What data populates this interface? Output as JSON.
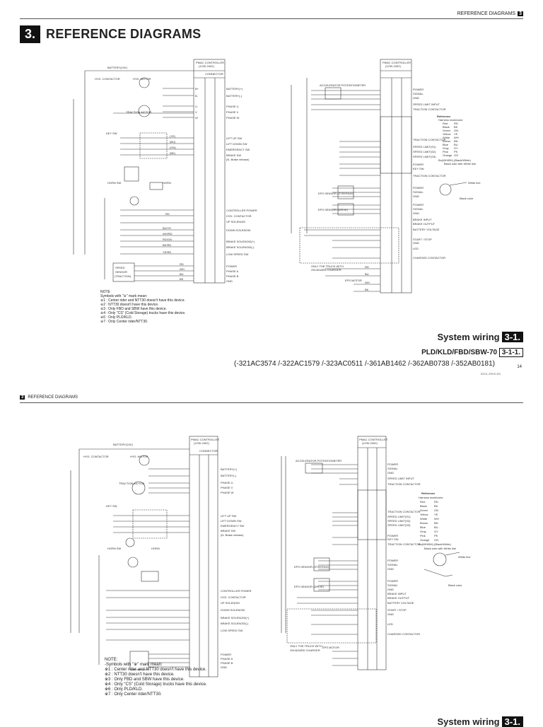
{
  "header": {
    "label": "REFERENCE DIAGRAMS",
    "num": "3"
  },
  "section": {
    "num": "3.",
    "title": "REFERENCE DIAGRAMS"
  },
  "diagram_top": {
    "controller_title": [
      "PMAC CONTROLLER",
      "(1230-2402)"
    ],
    "connector_label": "CONNECTOR",
    "battery": "BATTERY(24V)",
    "hyd_motor": "HYD. MOTOR",
    "hyd_contactor": "HYD. CONTACTOR",
    "traction_motor": "TRACTION MOTOR",
    "horn_sw": "HORN SW",
    "horn": "HORN",
    "key_sw": "KEY SW",
    "left_terms": [
      "B+",
      "B-",
      "U",
      "V",
      "W"
    ],
    "left_funcs": [
      "BATTERY(+)",
      "BATTERY(-)",
      "PHASE U",
      "PHASE V",
      "PHASE W"
    ],
    "sw_labels": [
      "LIFT UP SW",
      "LIFT DOWN SW",
      "EMERGENCY SW",
      "BRAKE SW",
      "(N. Brake release)"
    ],
    "sw_colors": [
      "(YE)",
      "(BU)",
      "(GN)",
      "(BK)"
    ],
    "right_funcs": [
      "CONTROLLER POWER",
      "HYD. CONTACTOR",
      "UP SOLENOID",
      "DOWN SOLENOID",
      "BRAKE SOLENOID(+)",
      "BRAKE SOLENOID(-)",
      "LOW SPEED SW"
    ],
    "wire_colors": [
      "RD",
      "BU/YE",
      "WH/RD",
      "RD/GN",
      "BK/RD",
      "YE/RD"
    ],
    "encoder_funcs": [
      "POWER",
      "PHASE A",
      "PHASE B",
      "GND"
    ],
    "encoder_colors": [
      "RD",
      "WH",
      "BU",
      "BK"
    ],
    "encoder_label": [
      "SPEED",
      "SENSOR",
      "(TRACTION)"
    ],
    "rc_title": [
      "PMAC CONTROLLER",
      "(1230-2402)"
    ],
    "rc_funcs": [
      "POWER",
      "SIGNAL",
      "GND",
      "SPEED LIMIT INPUT",
      "TRACTION CONTACTOR",
      "TRACTION CONTACTOR",
      "SPEED LIMIT(S1)",
      "SPEED LIMIT(S2)",
      "SPEED LIMIT(S3)",
      "POWER",
      "KEY SW",
      "TRACTION CONTACTOR",
      "POWER",
      "SIGNAL",
      "GND",
      "POWER",
      "SIGNAL",
      "GND",
      "BRAKE INPUT",
      "BRAKE OUTPUT",
      "BATTERY VOLTAGE",
      "START / STOP",
      "GND",
      "LED",
      "CHARGED CONTACTOR"
    ],
    "accelerator": "ACCELERATOR POTENTIOMETER",
    "ep_steer": "EPS SENSOR (STEERING)",
    "ep_drive": "EPS SENSOR (DRIVE)",
    "ep_motor": "EPS MOTOR",
    "reference": {
      "title": "Reference",
      "subtitle": "Harness mark/color",
      "rows": [
        [
          "Red",
          "RD"
        ],
        [
          "Black",
          "BK"
        ],
        [
          "Green",
          "GN"
        ],
        [
          "Yellow",
          "YE"
        ],
        [
          "White",
          "WH"
        ],
        [
          "Brown",
          "BN"
        ],
        [
          "Blue",
          "BU"
        ],
        [
          "Gray",
          "GY"
        ],
        [
          "Pink",
          "PK"
        ],
        [
          "Orange",
          "OG"
        ]
      ],
      "example": "Bu(WH/BH) (Black/White)",
      "example2": "Black wire with White line",
      "white_line": "White line",
      "black_color": "Black color"
    },
    "charger_note": [
      "ONLY THE TRUCK WITH",
      "ON-BOARD CHARGER"
    ],
    "bottom_colors": [
      "RD",
      "BU",
      "WH",
      "BK"
    ]
  },
  "notes_top": {
    "title": "NOTE",
    "lines": [
      "Symbols with \"※\" mark mean:",
      "※1 : Center rider and NTT30 doesn't have this device.",
      "※2 : NTT30 doesn't have this device.",
      "※3 : Only FBD and SBW have this device.",
      "※4 : Only \"CS\" (Cold Storage) trucks have this device.",
      "※6 : Only PLD/KLD.",
      "※7 : Only Center rider/NTT30."
    ]
  },
  "footer_top": {
    "system": "System wiring",
    "system_tag": "3-1.",
    "model": "PLD/KLD/FBD/SBW-70",
    "model_tag": "3-1-1.",
    "serials": "(-321AC3574 /-322AC1579 /-323AC0511 /-361AB1462 /-362AB0738 /-352AB0181)",
    "page": "14",
    "code": "KD01-2R0S-EN"
  },
  "header_bottom": {
    "num": "3",
    "label": "REFERENCE DIAGRAMS"
  },
  "notes_bottom": {
    "title": "NOTE:",
    "lines": [
      "-Symbols with \"※\" mark mean:",
      "※1 : Center rider and NTT30 doesn't have this device.",
      "※2 : NTT30 doesn't have this device.",
      "※3 : Only FBD and SBW have this device.",
      "※4 : Only \"CS\" (Cold Storage) trucks have this device.",
      "※6 : Only PLD/KLD.",
      "※7 : Only Center rider/NTT30."
    ]
  },
  "footer_bottom": {
    "system": "System wiring",
    "system_tag": "3-1."
  },
  "colors": {
    "line": "#333333",
    "accent": "#111111"
  }
}
